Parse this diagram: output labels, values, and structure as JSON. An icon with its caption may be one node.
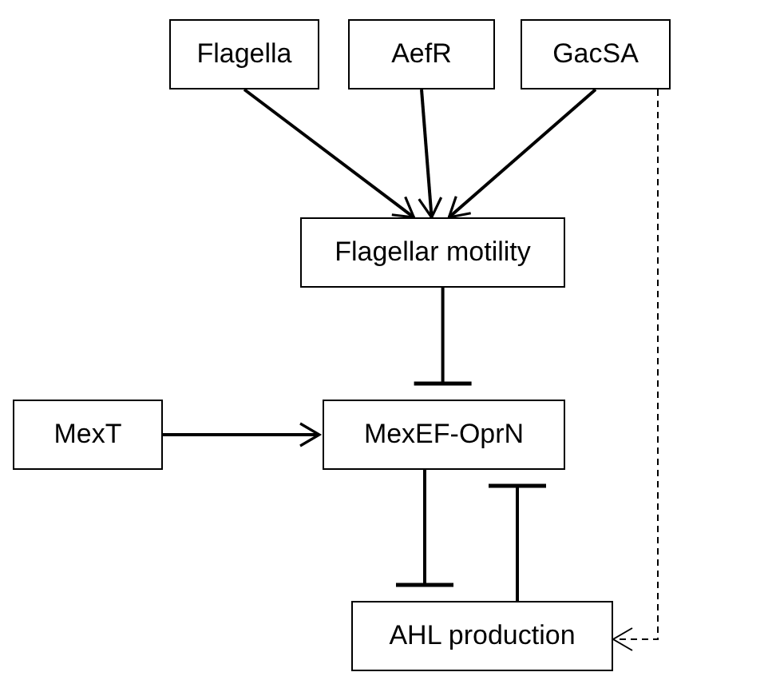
{
  "diagram": {
    "nodes": [
      {
        "text": [
          "Flagella"
        ]
      },
      {
        "text": [
          "AefR"
        ]
      },
      {
        "text": [
          "GacSA"
        ]
      },
      {
        "text": [
          "Flagellar motility"
        ]
      },
      {
        "text": [
          "MexT"
        ]
      },
      {
        "text": [
          "MexEF-OprN"
        ]
      },
      {
        "text": [
          "AHL production"
        ]
      }
    ],
    "edges": [
      {
        "from": 0,
        "to": 3,
        "arrow": "to"
      },
      {
        "from": 1,
        "to": 3,
        "arrow": "to"
      },
      {
        "from": 2,
        "to": 3,
        "arrow": "to"
      },
      {
        "from": 3,
        "to": 5,
        "arrow": "other"
      },
      {
        "from": 4,
        "to": 5,
        "arrow": "to"
      },
      {
        "from": 5,
        "to": 6,
        "arrow": "other"
      },
      {
        "from": 6,
        "to": 5,
        "arrow": "other"
      },
      {
        "from": 2,
        "to": 6,
        "arrow": "to",
        "style": "dashed"
      }
    ]
  }
}
